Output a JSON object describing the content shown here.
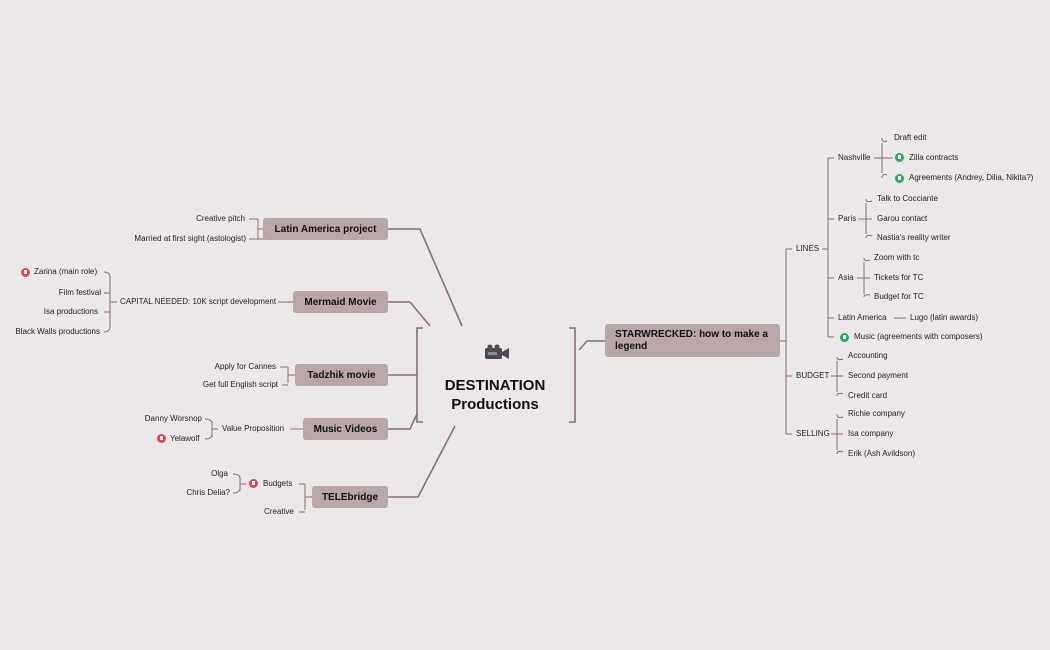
{
  "central": {
    "line1": "DESTINATION",
    "line2": "Productions",
    "icon": "video-camera-icon"
  },
  "topics": {
    "latin": {
      "label": "Latin America project",
      "children": [
        "Creative pitch",
        "Married at first sight (astologist)"
      ]
    },
    "mermaid": {
      "label": "Mermaid Movie",
      "sub": "CAPITAL NEEDED: 10K script development",
      "subchildren": [
        "Zarina (main role)",
        "Film festival",
        "Isa productions",
        "Black Walls productions"
      ]
    },
    "tadzhik": {
      "label": "Tadzhik movie",
      "children": [
        "Apply for Cannes",
        "Get full English script"
      ]
    },
    "music": {
      "label": "Music Videos",
      "sub": "Value Proposition",
      "subchildren": [
        "Danny Worsnop",
        "Yelawolf"
      ]
    },
    "tele": {
      "label": "TELEbridge",
      "budgets": "Budgets",
      "budget_children": [
        "Olga",
        "Chris Delia?"
      ],
      "creative": "Creative"
    },
    "star": {
      "label": "STARWRECKED: how to make a legend",
      "lines": {
        "label": "LINES",
        "nashville": {
          "label": "Nashville",
          "children": [
            "Draft edit",
            "Zilla contracts",
            "Agreements (Andrey, Dilia, Nikita?)"
          ]
        },
        "paris": {
          "label": "Paris",
          "children": [
            "Talk to Cocciante",
            "Garou contact",
            "Nastia's reality writer"
          ]
        },
        "asia": {
          "label": "Asia",
          "children": [
            "Zoom with tc",
            "Tickets for TC",
            "Budget for TC"
          ]
        },
        "latam": {
          "label": "Latin America",
          "child": "Lugo (latin awards)"
        },
        "music": "Music (agreements with composers)"
      },
      "budget": {
        "label": "BUDGET",
        "children": [
          "Accounting",
          "Second payment",
          "Credit card"
        ]
      },
      "selling": {
        "label": "SELLING",
        "children": [
          "Richie company",
          "Isa company",
          "Erik (Ash Avildson)"
        ]
      }
    }
  },
  "colors": {
    "background": "#ece7e8",
    "topic_fill": "#b8a6a9",
    "line": "#8a6f74",
    "flag_red": "#e04848",
    "flag_green": "#2ea866"
  }
}
